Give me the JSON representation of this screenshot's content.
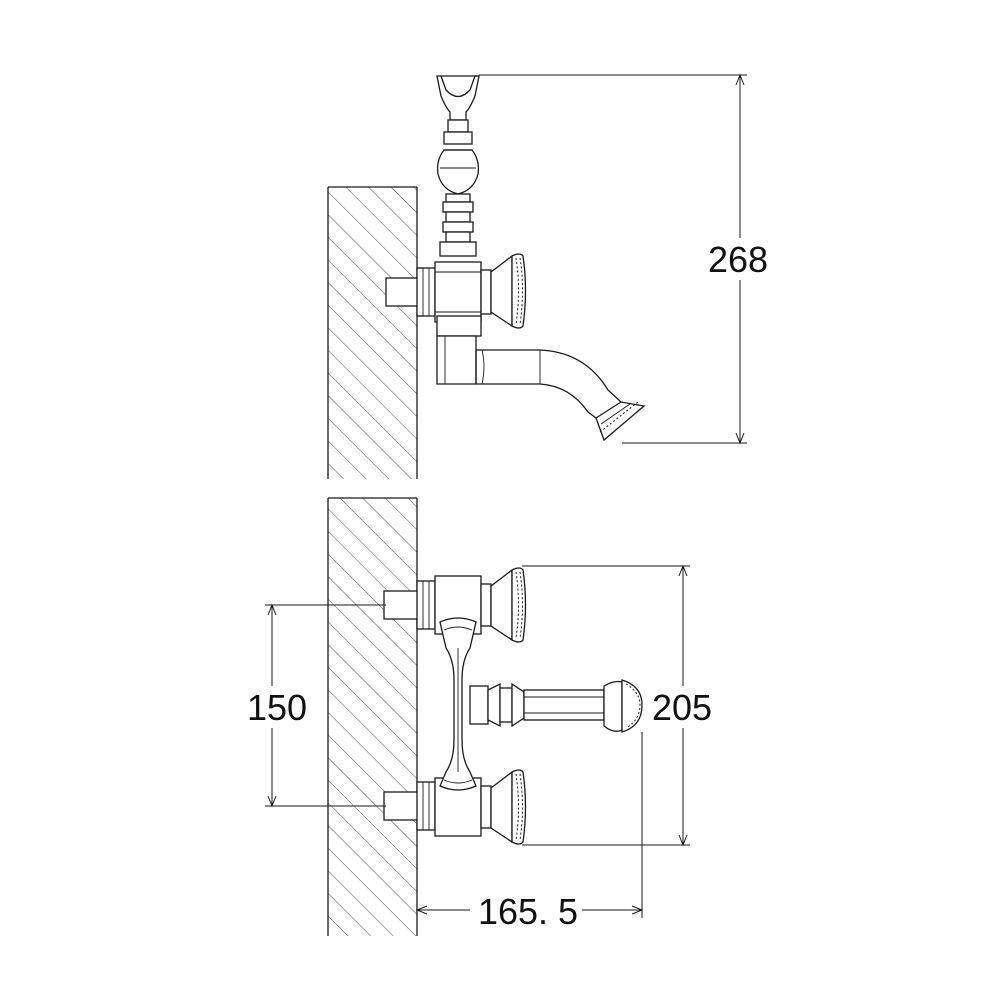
{
  "dimensions": {
    "top_height": "268",
    "center_distance": "150",
    "overall_height": "205",
    "projection": "165. 5"
  }
}
